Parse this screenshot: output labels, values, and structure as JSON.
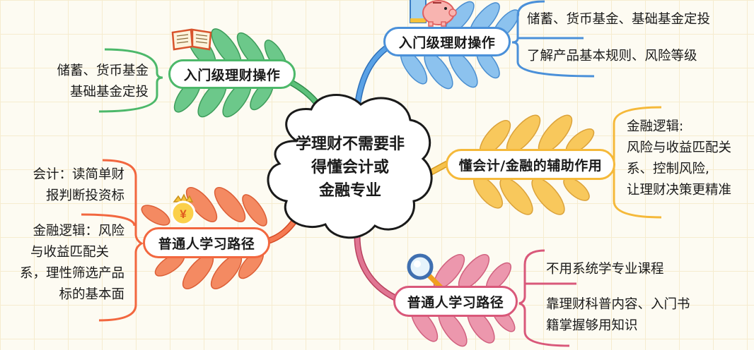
{
  "center": {
    "title_lines": [
      "学理财不需要非",
      "得懂会计或",
      "金融专业"
    ]
  },
  "branches": [
    {
      "id": "top-left",
      "label": "入门级理财操作",
      "color": "#4cb86a",
      "icon": "open-book-icon",
      "items": [
        "储蓄、货币基金",
        "基础基金定投"
      ]
    },
    {
      "id": "top-right",
      "label": "入门级理财操作",
      "color": "#4a90d9",
      "icon": "piggy-bank-icon",
      "items": [
        "储蓄、货币基金、基础基金定投",
        "了解产品基本规则、风险等级"
      ]
    },
    {
      "id": "middle-right",
      "label": "懂会计/金融的辅助作用",
      "color": "#f5b93a",
      "icon": "",
      "items": [
        "金融逻辑:",
        "风险与收益匹配关",
        "系、控制风险,",
        "让理财决策更精准"
      ]
    },
    {
      "id": "bottom-left",
      "label": "普通人学习路径",
      "color": "#f2673f",
      "icon": "money-bag-icon",
      "items": [
        "会计：读简单财",
        "报判断投资标",
        "金融逻辑：风险",
        "与收益匹配关",
        "系，理性筛选产品",
        "标的基本面"
      ]
    },
    {
      "id": "bottom-right",
      "label": "普通人学习路径",
      "color": "#d9587a",
      "icon": "magnifier-icon",
      "items": [
        "不用系统学专业课程",
        "靠理财科普内容、入门书",
        "籍掌握够用知识"
      ]
    }
  ]
}
